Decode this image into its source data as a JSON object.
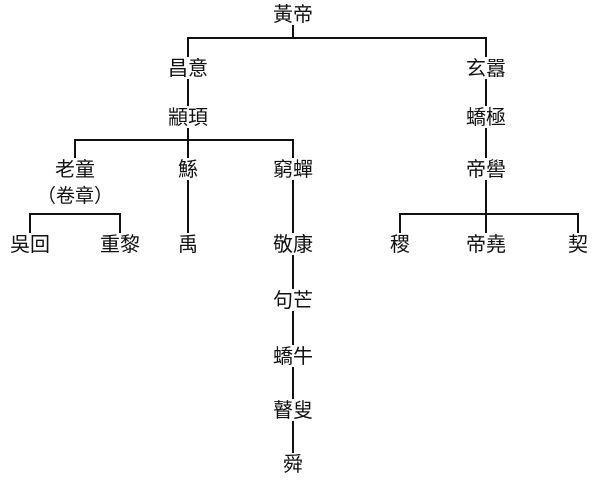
{
  "nodes": {
    "huangdi": "黃帝",
    "changyi": "昌意",
    "xuanxiao": "玄囂",
    "zhuanxu": "顓頊",
    "jiaoji": "蟜極",
    "laotong": "老童",
    "juanzhang": "（卷章）",
    "gun": "鯀",
    "qiongchan": "窮蟬",
    "diku": "帝嚳",
    "wuhui": "吳回",
    "chongli": "重黎",
    "yu": "禹",
    "jingkang": "敬康",
    "jumang": "句芒",
    "jiaoniu": "蟜牛",
    "gusou": "瞽叟",
    "shun": "舜",
    "ji": "稷",
    "diyao": "帝堯",
    "qi": "契"
  },
  "colors": {
    "line": "#111111",
    "text": "#111111",
    "background": "#ffffff"
  }
}
